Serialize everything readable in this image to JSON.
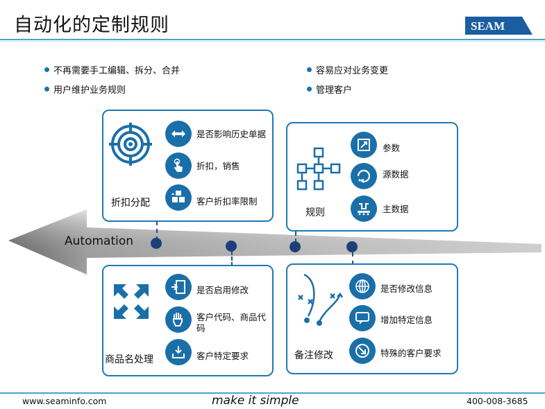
{
  "title": "自动化的定制规则",
  "logo_text": "SEAM",
  "bullets_left": [
    "不再需要手工编辑、拆分、合并",
    "用户维护业务规则"
  ],
  "bullets_right": [
    "容易应对业务变更",
    "管理客户"
  ],
  "arrow_label": "Automation",
  "cards": {
    "discount": {
      "caption": "折扣分配",
      "items": [
        "是否影响历史单据",
        "折扣，销售",
        "客户折扣率限制"
      ]
    },
    "rules": {
      "caption": "规则",
      "items": [
        "参数",
        "源数据",
        "主数据"
      ]
    },
    "product": {
      "caption": "商品名处理",
      "items": [
        "是否启用修改",
        "客户代码、商品代码",
        "客户特定要求"
      ]
    },
    "notes": {
      "caption": "备注修改",
      "items": [
        "是否修改信息",
        "增加特定信息",
        "特殊的客户要求"
      ]
    }
  },
  "footer": {
    "website": "www.seaminfo.com",
    "slogan": "make it simple",
    "phone": "400-008-3685"
  },
  "colors": {
    "accent": "#1a6fa8",
    "node": "#1d3f79",
    "rule": "#4aa0c8"
  }
}
